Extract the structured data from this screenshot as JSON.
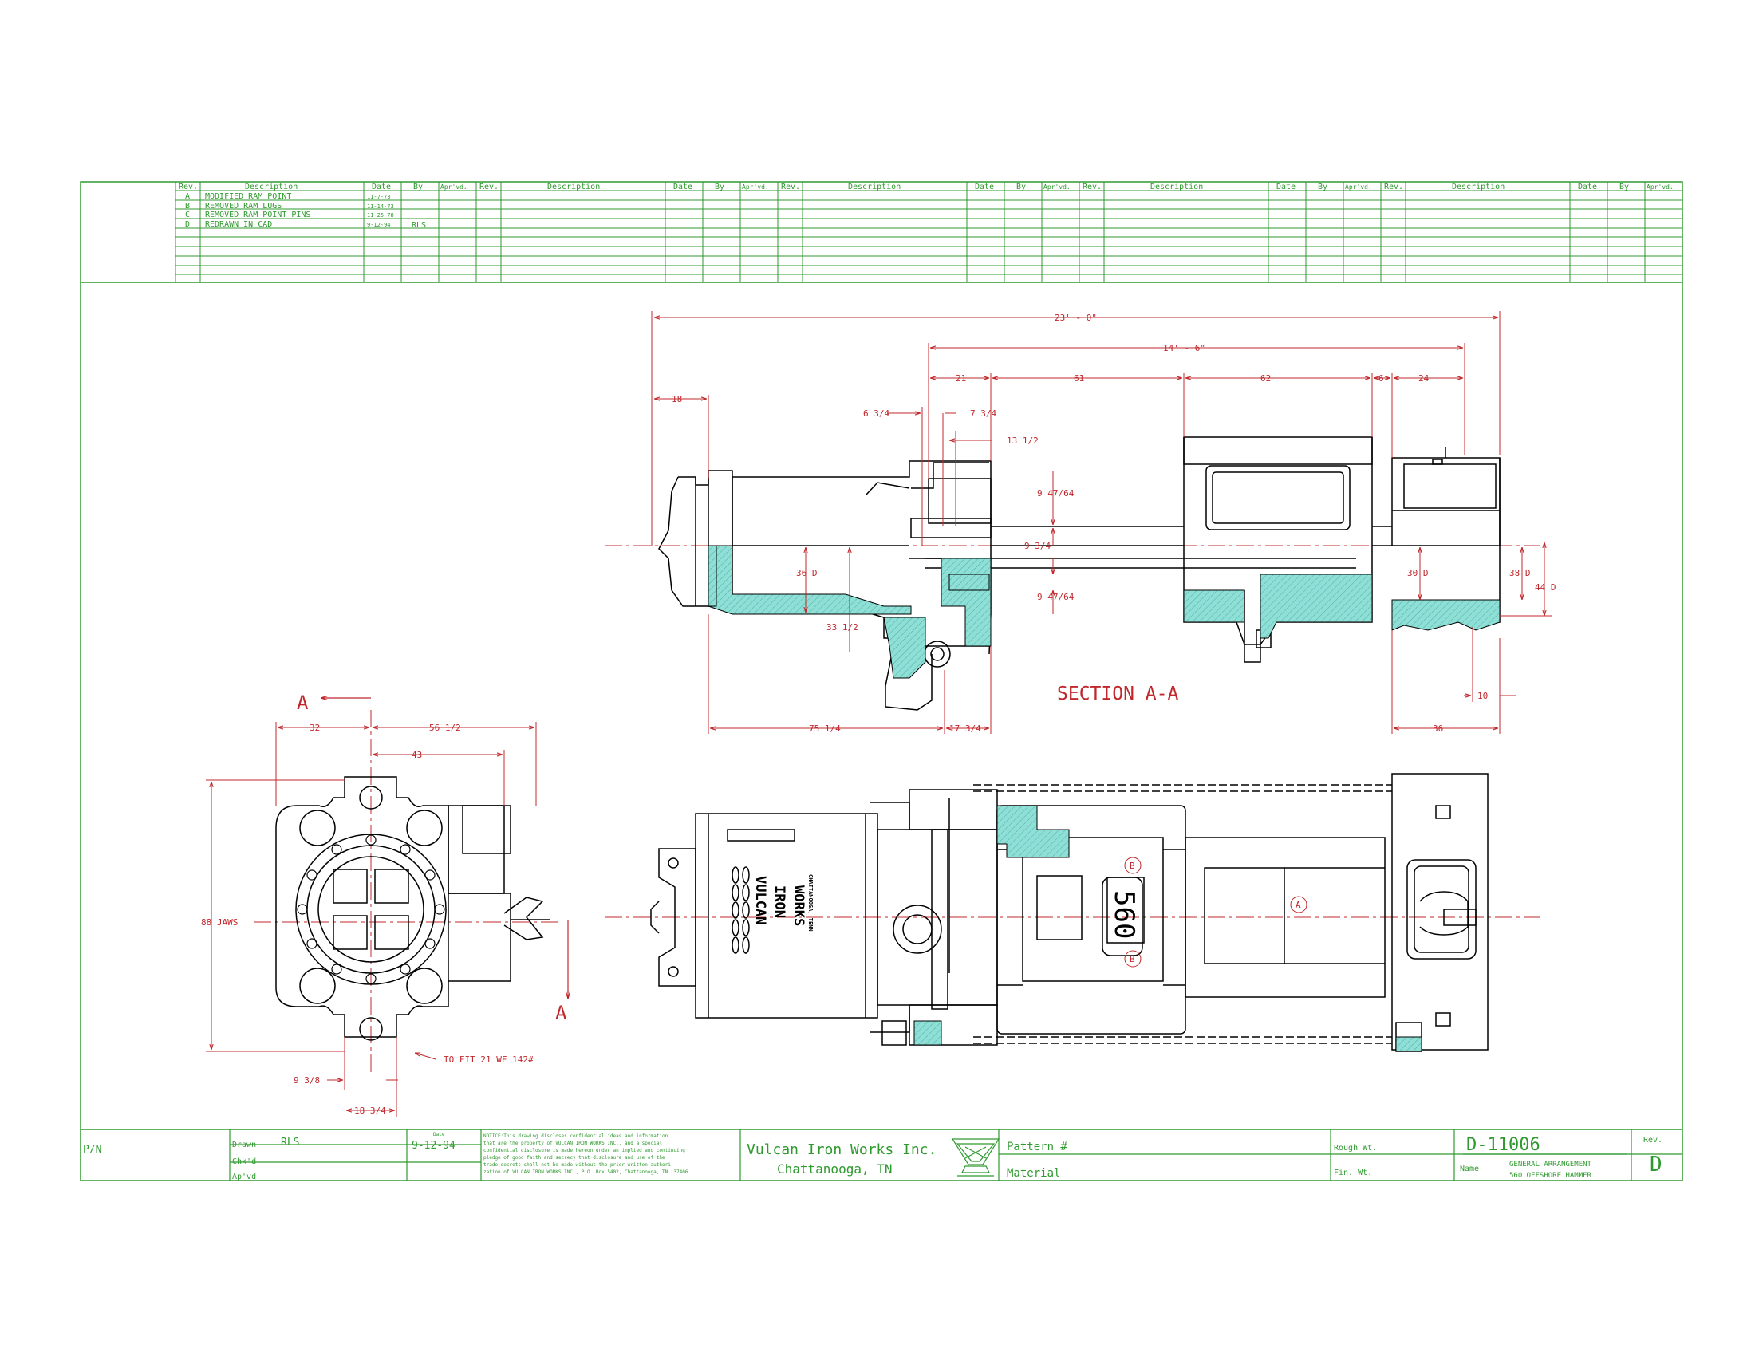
{
  "colors": {
    "border": "#2f9a2f",
    "dimension": "#c0282d",
    "section_fill": "#8fdfd6",
    "outline": "#000000"
  },
  "revision_block": {
    "headers": {
      "rev": "Rev.",
      "description": "Description",
      "date": "Date",
      "by": "By",
      "aprvd": "Apr'vd."
    },
    "rows": [
      {
        "rev": "A",
        "description": "MODIFIED RAM POINT",
        "date": "11-7-73",
        "by": ""
      },
      {
        "rev": "B",
        "description": "REMOVED RAM LUGS",
        "date": "11-14-73",
        "by": ""
      },
      {
        "rev": "C",
        "description": "REMOVED RAM POINT PINS",
        "date": "11-25-78",
        "by": ""
      },
      {
        "rev": "D",
        "description": "REDRAWN IN CAD",
        "date": "9-12-94",
        "by": "RLS"
      }
    ]
  },
  "section_view": {
    "title": "SECTION A-A",
    "dims": {
      "overall": "23' - 0\"",
      "d14": "14' - 6\"",
      "d21": "21",
      "d61": "61",
      "d62": "62",
      "d6": "6",
      "d24": "24",
      "d18": "18",
      "d6_3_4": "6 3/4",
      "d7_3_4": "7 3/4",
      "d13_1_2": "13 1/2",
      "d9_47_64_top": "9 47/64",
      "d9_3_4": "9 3/4",
      "d9_47_64_bot": "9 47/64",
      "d36D": "36 D",
      "d33_1_2": "33 1/2",
      "d30D": "30 D",
      "d38D": "38 D",
      "d44D": "44 D",
      "d10": "10",
      "d75_1_4": "75 1/4",
      "d17_3_4": "17 3/4",
      "d36": "36"
    }
  },
  "end_view": {
    "section_marker": "A",
    "dims": {
      "d32": "32",
      "d56_1_2": "56 1/2",
      "d43": "43",
      "d88": "88 JAWS",
      "d9_3_8": "9 3/8",
      "d18_3_4": "18 3/4"
    },
    "note": "TO FIT 21 WF 142#"
  },
  "plan_view": {
    "brand_lines": [
      "VULCAN",
      "IRON",
      "WORKS"
    ],
    "brand_city": "CHATTANOOGA, TENN",
    "model_plate": "560",
    "balloons": [
      "B",
      "A",
      "B"
    ]
  },
  "title_block": {
    "pn_label": "P/N",
    "drawn_label": "Drawn",
    "drawn_value": "RLS",
    "date_label": "Date",
    "date_value": "9-12-94",
    "chkd_label": "Chk'd",
    "aprvd_label": "Ap'vd",
    "notice": [
      "NOTICE:This drawing discloses confidential ideas and information",
      "that are the property of VULCAN IRON WORKS INC., and a special",
      "confidential disclosure is made hereon under an implied and continuing",
      "pledge of good faith and secrecy that disclosure and use of the",
      "trade secrets shall not be made without the prior written authori-",
      "zation of VULCAN IRON WORKS INC., P.O. Box 5402, Chattanooga, TN. 37406"
    ],
    "company": "Vulcan Iron Works Inc.",
    "city": "Chattanooga, TN",
    "pattern_label": "Pattern #",
    "material_label": "Material",
    "rough_wt_label": "Rough Wt.",
    "fin_wt_label": "Fin. Wt.",
    "drawing_number": "D-11006",
    "name_label": "Name",
    "name_line1": "GENERAL ARRANGEMENT",
    "name_line2": "560 OFFSHORE HAMMER",
    "rev_label": "Rev.",
    "rev_value": "D"
  }
}
